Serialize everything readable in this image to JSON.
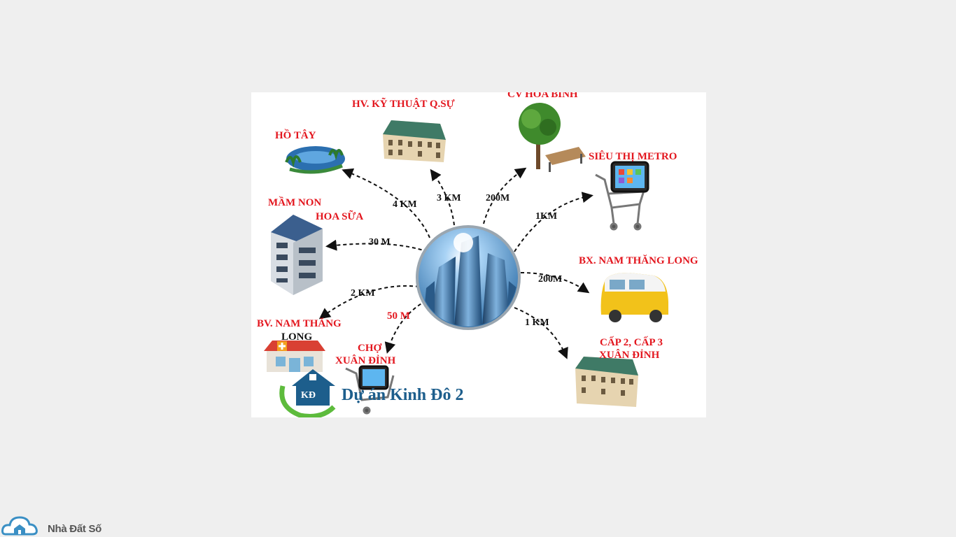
{
  "map": {
    "places": {
      "cv_hoa_binh": "CV HÒA BÌNH",
      "hv_ky_thuat": "HV. KỸ THUẬT Q.SỰ",
      "ho_tay": "HỒ TÂY",
      "sieu_thi_metro": "SIÊU THỊ METRO",
      "mam_non_line1": "MẦM NON",
      "mam_non_line2": "HOA SỮA",
      "bx_nam_thang_long": "BX. NAM THĂNG LONG",
      "bv_line1": "BV. NAM THĂNG",
      "bv_line2": "LONG",
      "cho_line1": "CHỢ",
      "cho_line2": "XUÂN ĐỈNH",
      "cap23_line1": "CẤP 2, CẤP 3",
      "cap23_line2": "XUÂN ĐỈNH"
    },
    "distances": {
      "ho_tay": "4 KM",
      "hv_ky_thuat": "3 KM",
      "cv_hoa_binh": "200M",
      "sieu_thi_metro": "1KM",
      "mam_non": "30 M",
      "bx_nam_thang_long": "200M",
      "bv_nam_thang_long": "2 KM",
      "cho_xuan_dinh": "50 M",
      "cap23_xuan_dinh": "1 KM"
    },
    "brand_logo_text": "KĐ",
    "brand_caption": "Dự án Kinh Đô 2"
  },
  "watermark": {
    "text": "Nhà Đất Số"
  },
  "colors": {
    "place_label": "#e3161e",
    "distance_label": "#111111",
    "brand_caption": "#1d5e8c",
    "page_background": "#efefef"
  }
}
